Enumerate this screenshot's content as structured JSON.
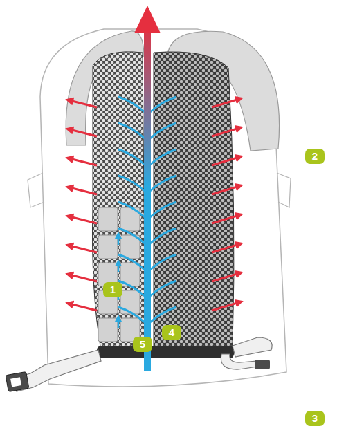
{
  "diagram": {
    "labels": [
      "2",
      "1",
      "4",
      "5",
      "3"
    ]
  }
}
